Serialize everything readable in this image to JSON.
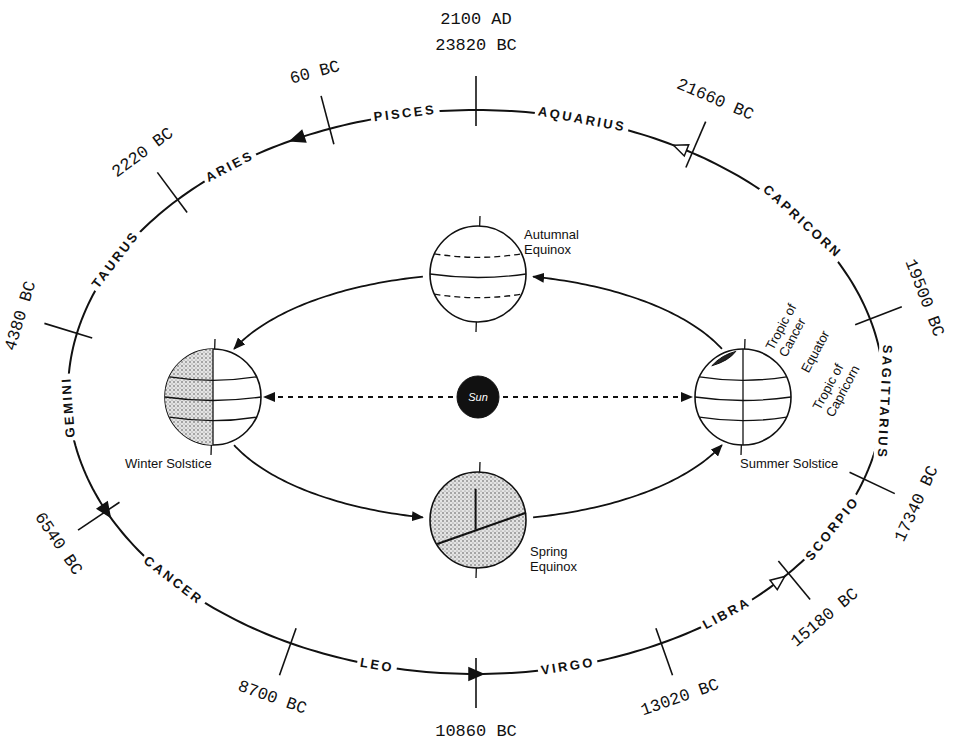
{
  "diagram": {
    "nodes": [
      {
        "text": [
          "Sun"
        ]
      },
      {
        "text": [
          "Winter Solstice"
        ]
      },
      {
        "text": [
          "Spring Equinox"
        ]
      },
      {
        "text": [
          "Summer Solstice"
        ]
      },
      {
        "text": [
          "Autumnal Equinox"
        ]
      }
    ],
    "edges": [
      {
        "from": 0,
        "to": 1,
        "arrow": "to"
      },
      {
        "from": 0,
        "to": 3,
        "arrow": "to"
      },
      {
        "from": 1,
        "to": 2,
        "arrow": "to"
      },
      {
        "from": 2,
        "to": 3,
        "arrow": "to"
      },
      {
        "from": 3,
        "to": 4,
        "arrow": "to"
      },
      {
        "from": 4,
        "to": 1,
        "arrow": "to"
      }
    ],
    "labels": [
      "2100 AD",
      "23820 BC",
      "PISCES",
      "AQUARIUS",
      "21660 BC",
      "CAPRICORN",
      "19500 BC",
      "SAGITTARIUS",
      "17340 BC",
      "SCORPIO",
      "15180 BC",
      "LIBRA",
      "13020 BC",
      "VIRGO",
      "10860 BC",
      "LEO",
      "8700 BC",
      "CANCER",
      "6540 BC",
      "GEMINI",
      "4380 BC",
      "TAURUS",
      "2220 BC",
      "ARIES",
      "60 BC",
      "Tropic of Cancer",
      "Equator",
      "Tropic of Capricorn"
    ]
  }
}
